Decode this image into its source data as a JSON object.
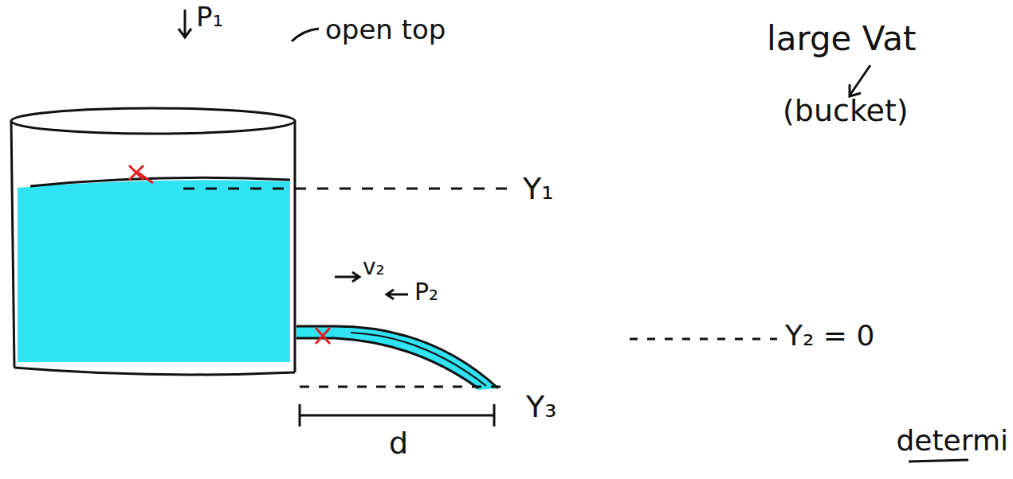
{
  "diagram": {
    "labels": [
      "P₁",
      "open top",
      "large Vat",
      "(bucket)",
      "Y₁",
      "v₂",
      "P₂",
      "Y₂ = 0",
      "Y₃",
      "d",
      "determi"
    ]
  }
}
